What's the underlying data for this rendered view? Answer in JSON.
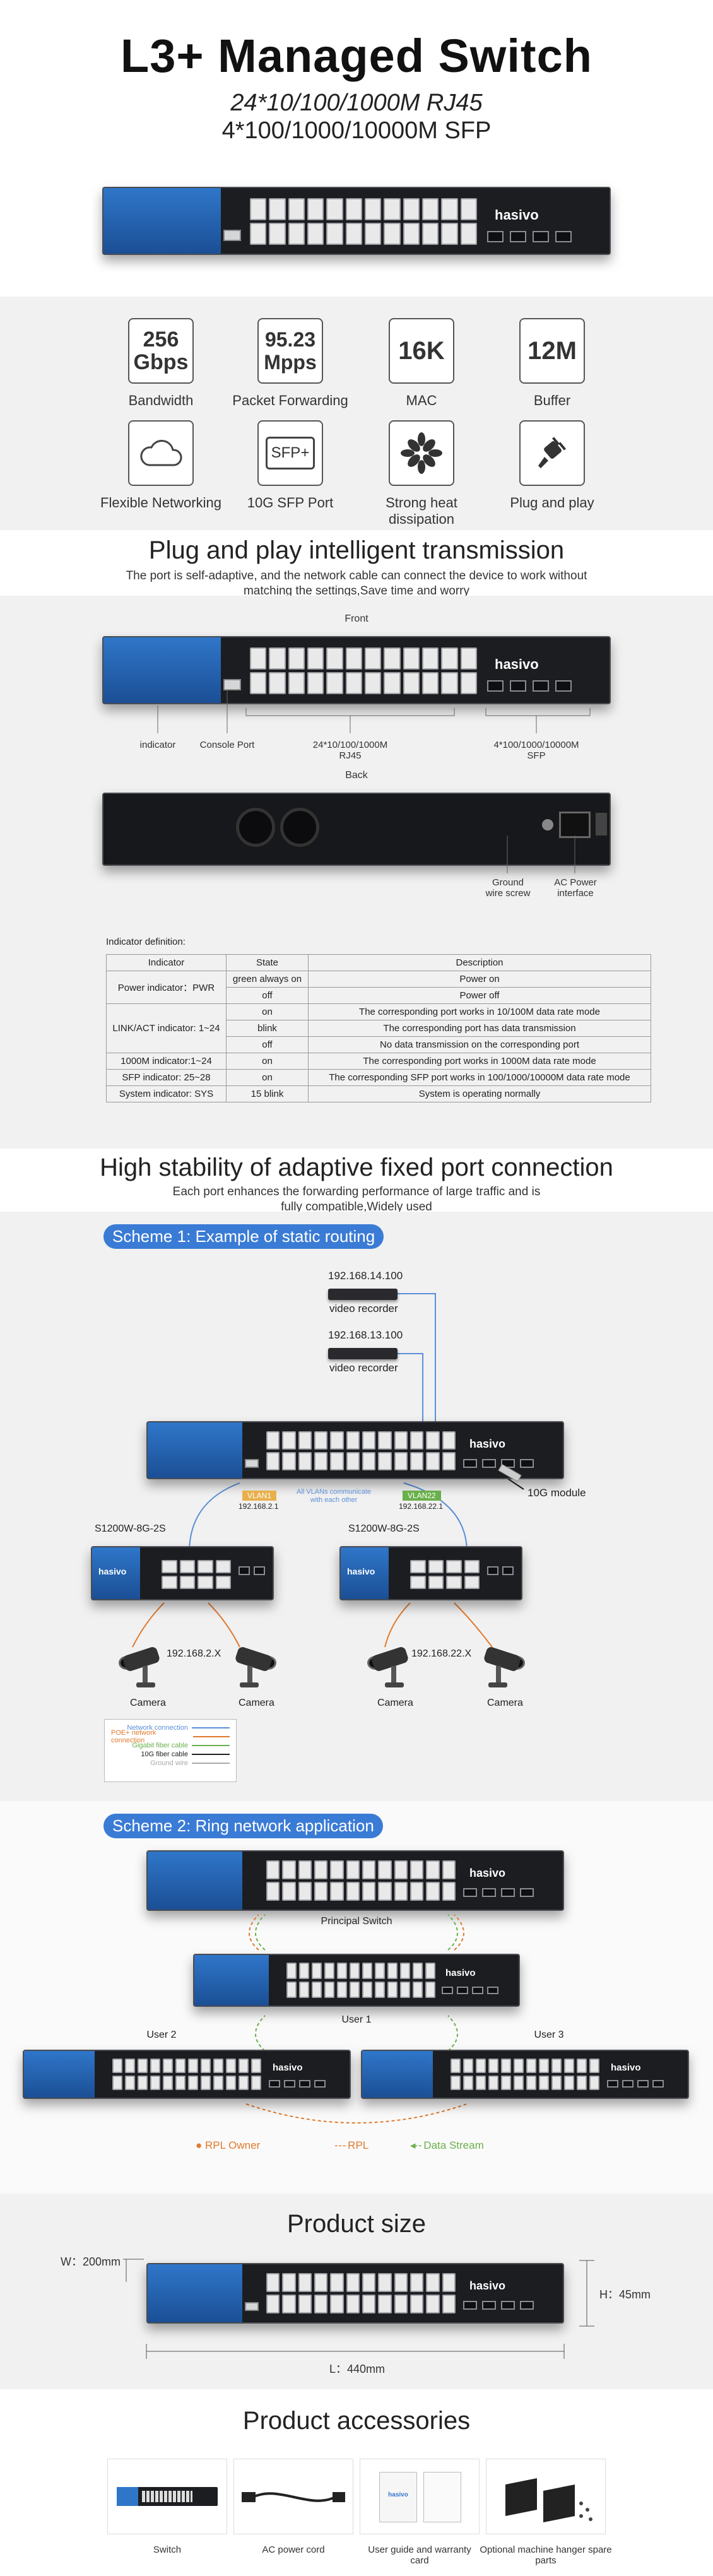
{
  "hero": {
    "title": "L3+ Managed Switch",
    "line1": "24*10/100/1000M RJ45",
    "line2": "4*100/1000/10000M SFP",
    "brand": "hasivo"
  },
  "features": [
    {
      "value": "256\nGbps",
      "label": "Bandwidth",
      "icon": "bandwidth-value"
    },
    {
      "value": "95.23\nMpps",
      "label": "Packet Forwarding",
      "icon": "forwarding-value"
    },
    {
      "value": "16K",
      "label": "MAC",
      "icon": "mac-value"
    },
    {
      "value": "12M",
      "label": "Buffer",
      "icon": "buffer-value"
    },
    {
      "value": "",
      "label": "Flexible Networking",
      "icon": "cloud-icon"
    },
    {
      "value": "SFP+",
      "label": "10G SFP Port",
      "icon": "sfp-icon"
    },
    {
      "value": "",
      "label": "Strong heat dissipation",
      "icon": "fan-icon"
    },
    {
      "value": "",
      "label": "Plug and play",
      "icon": "plug-icon"
    }
  ],
  "plug": {
    "title": "Plug and play intelligent transmission",
    "desc1": "The port is self-adaptive, and the network cable can connect the device to work without",
    "desc2": "matching the settings,Save time and worry"
  },
  "panels": {
    "front": "Front",
    "back": "Back",
    "indicator": "indicator",
    "console": "Console Port",
    "rj45a": "24*10/100/1000M",
    "rj45b": "RJ45",
    "sfpa": "4*100/1000/10000M",
    "sfpb": "SFP",
    "grounda": "Ground",
    "groundb": "wire screw",
    "powera": "AC Power",
    "powerb": "interface"
  },
  "indicator_table": {
    "caption": "Indicator definition:",
    "headers": [
      "Indicator",
      "State",
      "Description"
    ],
    "rows": [
      [
        "Power indicator：PWR",
        "green always on",
        "Power on"
      ],
      [
        "",
        "off",
        "Power off"
      ],
      [
        "LINK/ACT indicator: 1~24",
        "on",
        "The corresponding port works in 10/100M data rate mode"
      ],
      [
        "",
        "blink",
        "The corresponding port has data transmission"
      ],
      [
        "",
        "off",
        "No data transmission on the corresponding port"
      ],
      [
        "1000M indicator:1~24",
        "on",
        "The corresponding port works in 1000M data rate mode"
      ],
      [
        "SFP indicator: 25~28",
        "on",
        "The corresponding SFP port works in 100/1000/10000M data rate mode"
      ],
      [
        "System indicator: SYS",
        "15 blink",
        "System is operating normally"
      ]
    ]
  },
  "stability": {
    "title": "High stability of adaptive fixed port connection",
    "desc1": "Each port enhances the forwarding performance of large traffic and is",
    "desc2": "fully compatible,Widely used"
  },
  "scheme1": {
    "title": "Scheme 1: Example of static routing",
    "ip1": "192.168.14.100",
    "rec1": "video recorder",
    "ip2": "192.168.13.100",
    "rec2": "video recorder",
    "vlan1": "VLAN1",
    "vlan1ip": "192.168.2.1",
    "vlan2": "VLAN22",
    "vlan2ip": "192.168.22.1",
    "note1": "All VLANs communicate",
    "note2": "with each other",
    "module": "10G module",
    "sub1": "S1200W-8G-2S",
    "sub2": "S1200W-8G-2S",
    "net1": "192.168.2.X",
    "net2": "192.168.22.X",
    "camera": "Camera",
    "legend": [
      {
        "label": "Network connection",
        "color": "#5b8fd9"
      },
      {
        "label": "POE+ network connection",
        "color": "#e07a2e"
      },
      {
        "label": "Gigabit fiber cable",
        "color": "#6ab04c"
      },
      {
        "label": "10G fiber cable",
        "color": "#222222"
      },
      {
        "label": "Ground wire",
        "color": "#aaaaaa"
      }
    ]
  },
  "scheme2": {
    "title": "Scheme 2: Ring network application",
    "principal": "Principal Switch",
    "user1": "User 1",
    "user2": "User 2",
    "user3": "User 3",
    "rpl_owner": "RPL Owner",
    "rpl": "RPL",
    "stream": "Data Stream"
  },
  "size": {
    "title": "Product size",
    "w": "W：200mm",
    "h": "H：45mm",
    "l": "L：440mm"
  },
  "accessories": {
    "title": "Product accessories",
    "items": [
      "Switch",
      "AC power cord",
      "User guide and warranty card",
      "Optional machine hanger spare parts"
    ]
  },
  "colors": {
    "accent": "#3a7bd5",
    "panel_blue": "#2f76c9",
    "chassis": "#1c1d21"
  }
}
